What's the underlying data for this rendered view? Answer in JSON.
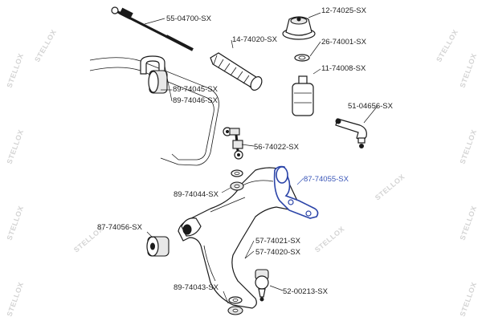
{
  "watermark": {
    "text": "STELLOX"
  },
  "accent_color": "#3a56b8",
  "labels": {
    "p55_04700": "55-04700-SX",
    "p12_74025": "12-74025-SX",
    "p14_74020": "14-74020-SX",
    "p26_74001": "26-74001-SX",
    "p11_74008": "11-74008-SX",
    "p89_74045": "89-74045-SX",
    "p89_74046": "89-74046-SX",
    "p51_04656": "51-04656-SX",
    "p56_74022": "56-74022-SX",
    "p87_74055": "87-74055-SX",
    "p89_74044": "89-74044-SX",
    "p87_74056": "87-74056-SX",
    "p57_74021": "57-74021-SX",
    "p57_74020": "57-74020-SX",
    "p89_74043": "89-74043-SX",
    "p52_00213": "52-00213-SX"
  }
}
